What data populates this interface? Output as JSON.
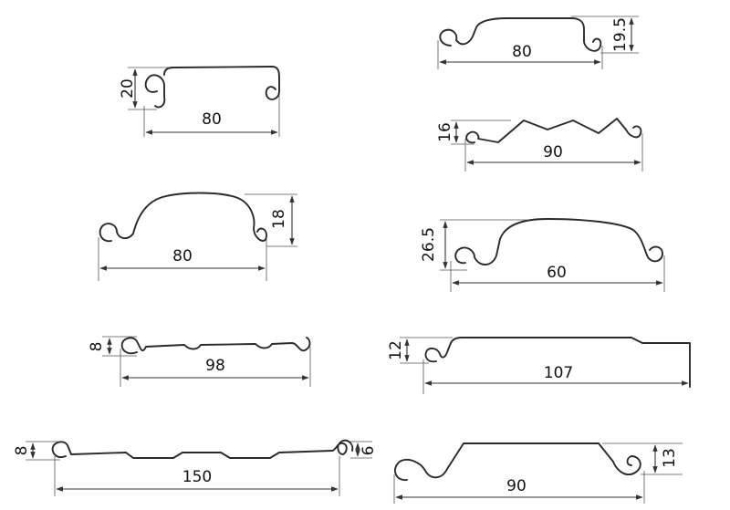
{
  "profiles": [
    {
      "width_label": "80",
      "height_label": "20"
    },
    {
      "width_label": "80",
      "height_label": "18"
    },
    {
      "width_label": "98",
      "height_label": "8"
    },
    {
      "width_label": "150",
      "height_label": "8",
      "edge_label": "6"
    },
    {
      "width_label": "80",
      "height_label": "19.5"
    },
    {
      "width_label": "90",
      "height_label": "16"
    },
    {
      "width_label": "60",
      "height_label": "26.5"
    },
    {
      "width_label": "107",
      "height_label": "12"
    },
    {
      "width_label": "90",
      "height_label": "13"
    }
  ]
}
